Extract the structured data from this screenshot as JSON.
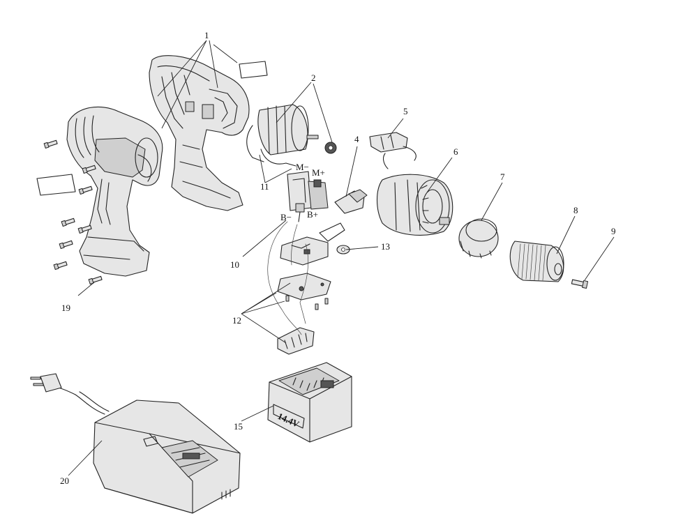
{
  "parts": [
    {
      "id": "p1",
      "label": "1",
      "part": "housing-halves"
    },
    {
      "id": "p2",
      "label": "2",
      "part": "motor-and-pinion"
    },
    {
      "id": "p4",
      "label": "4",
      "part": "switch-lever"
    },
    {
      "id": "p5",
      "label": "5",
      "part": "clutch-selector"
    },
    {
      "id": "p6",
      "label": "6",
      "part": "gearbox"
    },
    {
      "id": "p7",
      "label": "7",
      "part": "torque-ring"
    },
    {
      "id": "p8",
      "label": "8",
      "part": "chuck"
    },
    {
      "id": "p9",
      "label": "9",
      "part": "chuck-screw"
    },
    {
      "id": "p10",
      "label": "10",
      "part": "trigger-switch"
    },
    {
      "id": "p11",
      "label": "11",
      "part": "motor-wires"
    },
    {
      "id": "p12",
      "label": "12",
      "part": "switch-plates-and-screws"
    },
    {
      "id": "p13",
      "label": "13",
      "part": "terminal-plate"
    },
    {
      "id": "p15",
      "label": "15",
      "part": "battery-pack"
    },
    {
      "id": "p19",
      "label": "19",
      "part": "housing-screws"
    },
    {
      "id": "p20",
      "label": "20",
      "part": "charger"
    }
  ],
  "terminal_marks": {
    "m_minus": "M−",
    "m_plus": "M+",
    "b_minus": "B−",
    "b_plus": "B+"
  },
  "battery_marking": "14.4V",
  "colors": {
    "line": "#222222",
    "fill": "#e6e6e6",
    "background": "#ffffff"
  }
}
